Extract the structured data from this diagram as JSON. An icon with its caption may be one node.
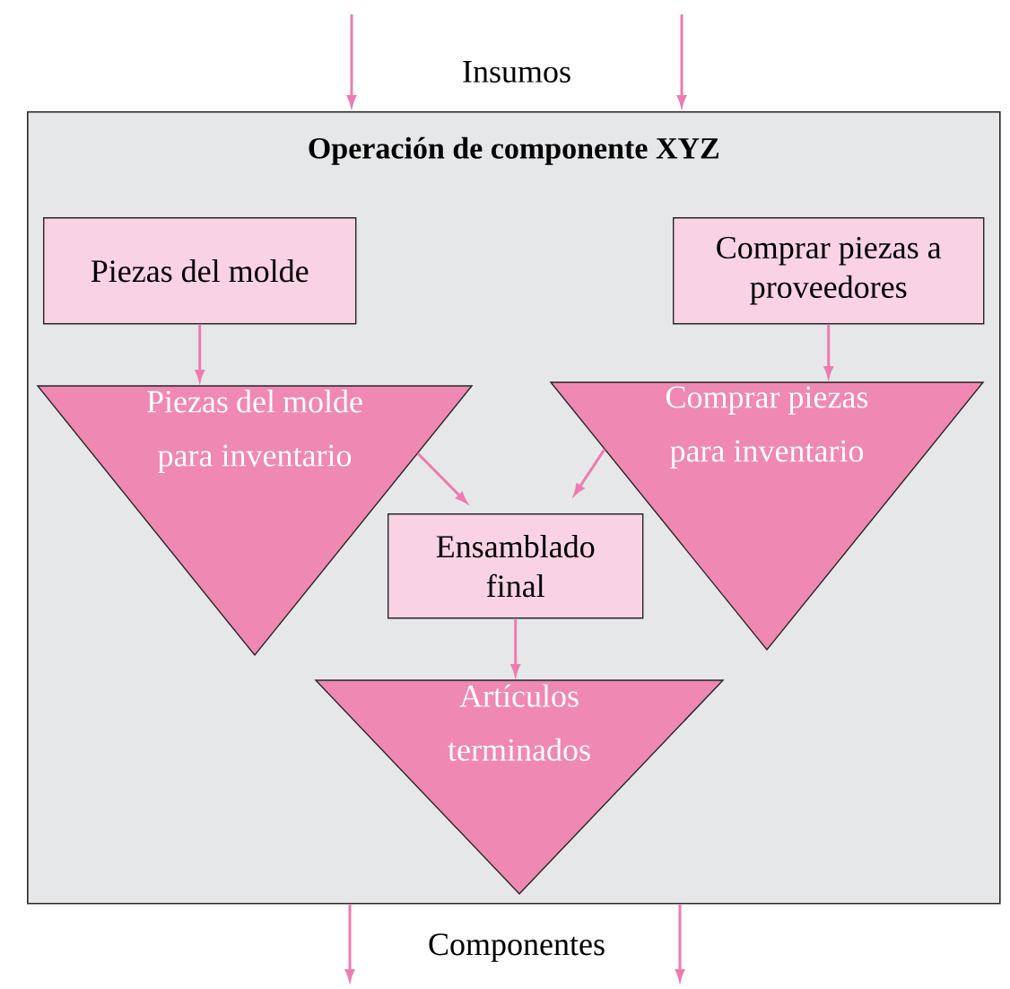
{
  "diagram": {
    "nodes": [
      {
        "text": [
          "Operación de componente XYZ"
        ]
      },
      {
        "text": [
          "Piezas del molde"
        ],
        "in": 0
      },
      {
        "text": [
          "Comprar piezas a proveedores"
        ],
        "in": 0
      },
      {
        "text": [
          "Piezas del molde para inventario"
        ],
        "in": 0
      },
      {
        "text": [
          "Comprar piezas para inventario"
        ],
        "in": 0
      },
      {
        "text": [
          "Ensamblado final"
        ],
        "in": 0
      },
      {
        "text": [
          "Artículos terminados"
        ],
        "in": 0
      }
    ],
    "edges": [
      {
        "from": null,
        "to": 0,
        "arrow": "to"
      },
      {
        "from": null,
        "to": 0,
        "arrow": "to"
      },
      {
        "from": 1,
        "to": 3,
        "arrow": "to"
      },
      {
        "from": 2,
        "to": 4,
        "arrow": "to"
      },
      {
        "from": 3,
        "to": 5,
        "arrow": "to"
      },
      {
        "from": 4,
        "to": 5,
        "arrow": "to"
      },
      {
        "from": 5,
        "to": 6,
        "arrow": "to"
      },
      {
        "from": 0,
        "to": null,
        "arrow": "to"
      },
      {
        "from": 0,
        "to": null,
        "arrow": "to"
      }
    ],
    "labels": [
      "Insumos",
      "Componentes"
    ]
  }
}
